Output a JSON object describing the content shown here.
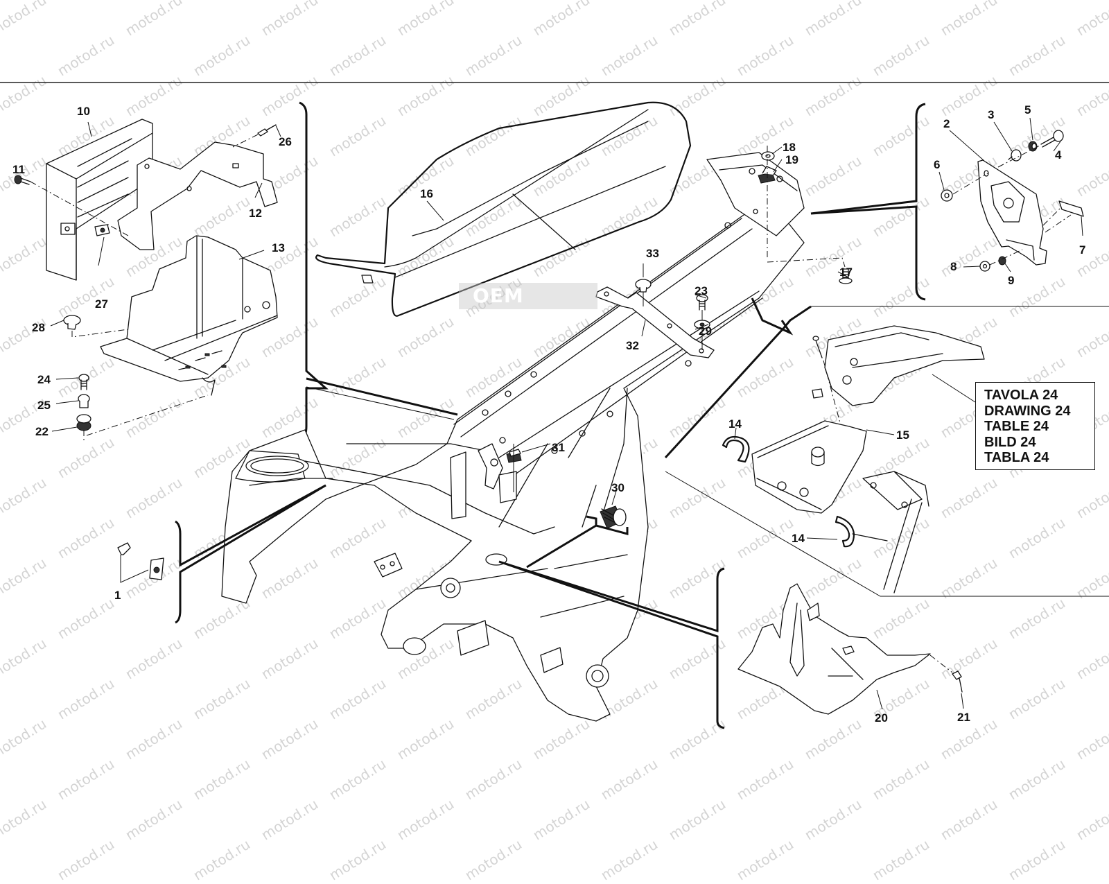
{
  "diagram": {
    "watermark_text": "motod.ru",
    "stamp_text": "OEM",
    "reference_box": {
      "lines": [
        "TAVOLA 24",
        "DRAWING 24",
        "TABLE 24",
        "BILD 24",
        "TABLA 24"
      ]
    },
    "part_labels": [
      {
        "id": "1",
        "text": "1",
        "part": "clip-and-nut"
      },
      {
        "id": "2",
        "text": "2",
        "part": "bracket-plate"
      },
      {
        "id": "3",
        "text": "3",
        "part": "bushing"
      },
      {
        "id": "4",
        "text": "4",
        "part": "screw"
      },
      {
        "id": "5",
        "text": "5",
        "part": "washer"
      },
      {
        "id": "6",
        "text": "6",
        "part": "nut"
      },
      {
        "id": "7",
        "text": "7",
        "part": "rubber-pad"
      },
      {
        "id": "8",
        "text": "8",
        "part": "nut"
      },
      {
        "id": "9",
        "text": "9",
        "part": "washer"
      },
      {
        "id": "10",
        "text": "10",
        "part": "cover"
      },
      {
        "id": "11",
        "text": "11",
        "part": "screw"
      },
      {
        "id": "12",
        "text": "12",
        "part": "support-bracket"
      },
      {
        "id": "13",
        "text": "13",
        "part": "battery-tray"
      },
      {
        "id": "14a",
        "text": "14",
        "part": "clamp-ring"
      },
      {
        "id": "14b",
        "text": "14",
        "part": "clamp-ring"
      },
      {
        "id": "15",
        "text": "15",
        "part": "rear-tray"
      },
      {
        "id": "16",
        "text": "16",
        "part": "seat"
      },
      {
        "id": "17",
        "text": "17",
        "part": "screw"
      },
      {
        "id": "18",
        "text": "18",
        "part": "washer"
      },
      {
        "id": "19",
        "text": "19",
        "part": "clip-nut"
      },
      {
        "id": "20",
        "text": "20",
        "part": "lower-guard"
      },
      {
        "id": "21",
        "text": "21",
        "part": "rivet"
      },
      {
        "id": "22",
        "text": "22",
        "part": "grommet"
      },
      {
        "id": "23",
        "text": "23",
        "part": "screw"
      },
      {
        "id": "24",
        "text": "24",
        "part": "screw"
      },
      {
        "id": "25",
        "text": "25",
        "part": "spacer"
      },
      {
        "id": "26",
        "text": "26",
        "part": "rivet"
      },
      {
        "id": "27",
        "text": "27",
        "part": "clip-nut"
      },
      {
        "id": "28",
        "text": "28",
        "part": "rubber-plug"
      },
      {
        "id": "29",
        "text": "29",
        "part": "washer"
      },
      {
        "id": "30",
        "text": "30",
        "part": "spring-sleeve"
      },
      {
        "id": "31",
        "text": "31",
        "part": "clip-nut"
      },
      {
        "id": "32",
        "text": "32",
        "part": "seat-bracket"
      },
      {
        "id": "33",
        "text": "33",
        "part": "rubber-plug"
      }
    ]
  }
}
